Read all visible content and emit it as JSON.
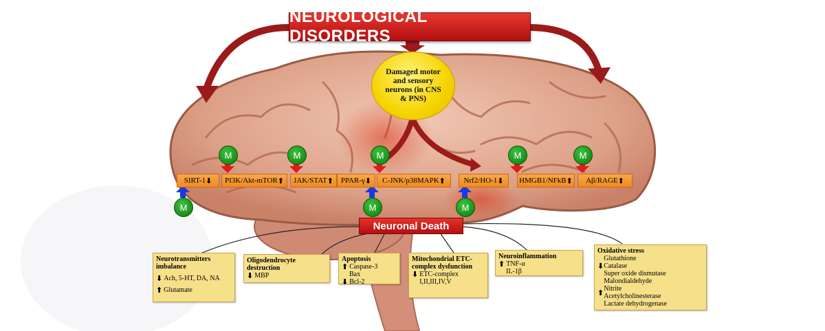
{
  "title": "NEUROLOGICAL DISORDERS",
  "bubble": "Damaged motor and sensory neurons (in CNS & PNS)",
  "marker_label": "M",
  "neuronal_death": "Neuronal Death",
  "pathways": [
    {
      "label": "SIRT-1",
      "arrow": "⬇"
    },
    {
      "label": "PI3K/Akt-mTOR",
      "arrow": "⬆"
    },
    {
      "label": "JAK/STAT",
      "arrow": "⬆"
    },
    {
      "label": "PPAR-γ",
      "arrow": "⬇"
    },
    {
      "label": "C-JNK/p38MAPK",
      "arrow": "⬆"
    },
    {
      "label": "Nrf2/HO-1",
      "arrow": "⬇"
    },
    {
      "label": "HMGB1/NFkB",
      "arrow": "⬆"
    },
    {
      "label": "Aβ/RAGE",
      "arrow": "⬆"
    }
  ],
  "boxes": {
    "neurotransmitters": {
      "title": "Neurotransmitters imbalance",
      "items": [
        {
          "arrow": "⬇",
          "text": "Ach, 5-HT, DA, NA"
        },
        {
          "arrow": "⬆",
          "text": "Glutamate"
        }
      ]
    },
    "oligodendrocyte": {
      "title": "Oligodendrocyte destruction",
      "items": [
        {
          "arrow": "⬇",
          "text": "MBP"
        }
      ]
    },
    "apoptosis": {
      "title": "Apoptosis",
      "items": [
        {
          "arrow": "⬆",
          "text": "Caspase-3"
        },
        {
          "arrow": "",
          "text": "Bax"
        },
        {
          "arrow": "⬇",
          "text": "Bcl-2"
        }
      ]
    },
    "mitochondrial": {
      "title": "Mitochondrial ETC-complex dysfunction",
      "items": [
        {
          "arrow": "⬇",
          "text": "ETC-complex I,II,III,IV,V"
        }
      ]
    },
    "neuroinflammation": {
      "title": "Neuroinflammation",
      "items": [
        {
          "arrow": "⬆",
          "text": "TNF-α"
        },
        {
          "arrow": "",
          "text": "IL-1β"
        }
      ]
    },
    "oxidative": {
      "title": "Oxidative stress",
      "down_items": [
        "Glutathione",
        "Catalase",
        "Super oxide dismutase"
      ],
      "up_items": [
        "Malondialdehyde",
        "Nitrite",
        "Acetylcholinesterase",
        "Lactate dehydrogenase"
      ],
      "down_arrow": "⬇",
      "up_arrow": "⬆"
    }
  },
  "colors": {
    "title_red": "#c8161b",
    "pathway_orange": "#f39a2e",
    "marker_green": "#1a9a1a",
    "box_yellow": "#f6e08a",
    "inhibit_arrow": "#e01a1a",
    "activate_arrow": "#1a3adf"
  }
}
